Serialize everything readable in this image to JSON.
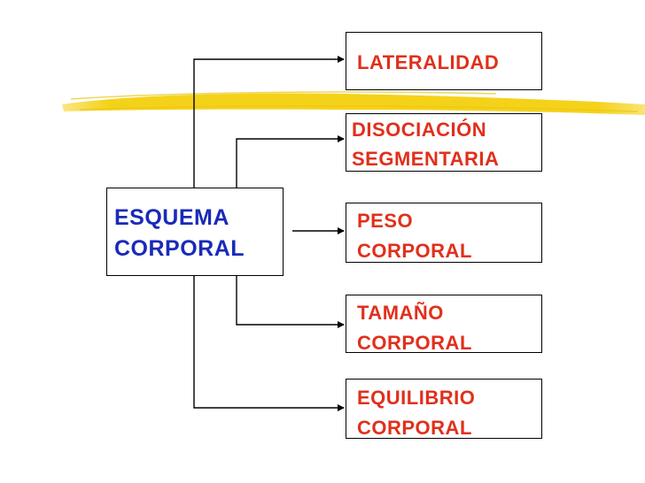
{
  "colors": {
    "main_text": "#1a2ab8",
    "item_text": "#e0301c",
    "lines": "#000000",
    "highlight": "#f5d21a"
  },
  "main": {
    "line1": "ESQUEMA",
    "line2": "CORPORAL"
  },
  "items": [
    {
      "line1": "LATERALIDAD",
      "line2": ""
    },
    {
      "line1": "DISOCIACIÓN",
      "line2": "SEGMENTARIA"
    },
    {
      "line1": "PESO",
      "line2": "CORPORAL"
    },
    {
      "line1": "TAMAÑO",
      "line2": "CORPORAL"
    },
    {
      "line1": "EQUILIBRIO",
      "line2": "CORPORAL"
    }
  ]
}
